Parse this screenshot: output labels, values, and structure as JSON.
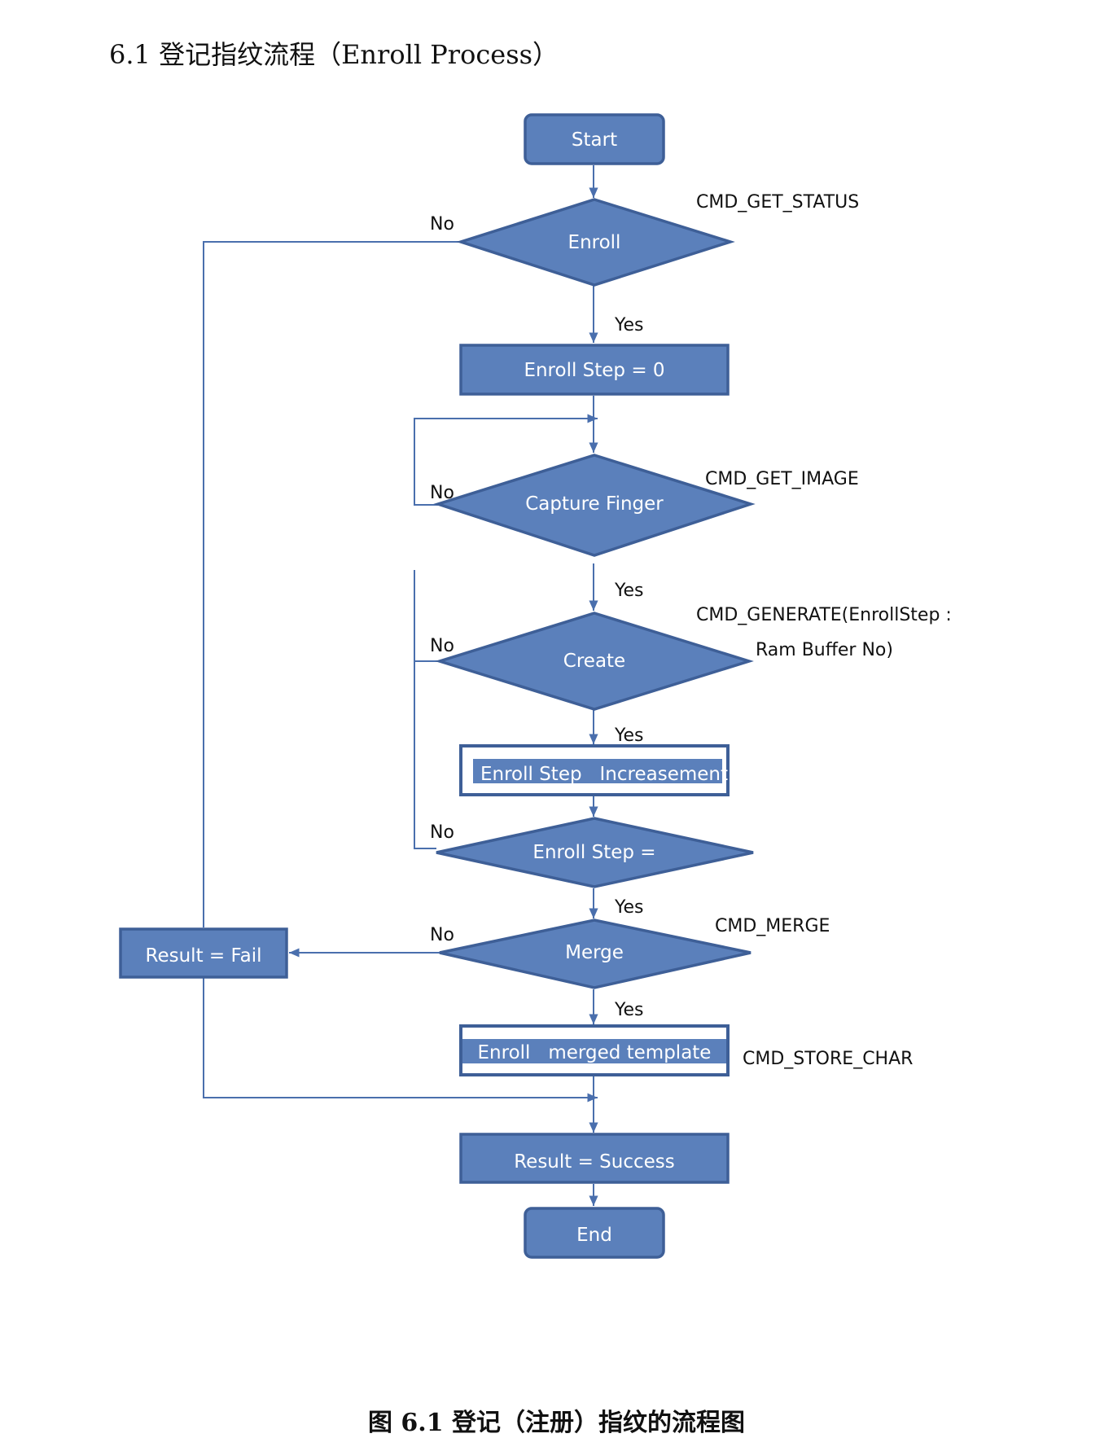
{
  "heading": "6.1 登记指纹流程（Enroll Process）",
  "caption": "图 6.1 登记（注册）指纹的流程图",
  "nodes": {
    "start": "Start",
    "enroll": "Enroll",
    "enroll_step_zero": "Enroll Step = 0",
    "capture_finger": "Capture Finger",
    "create": "Create",
    "enroll_step_increase": "Enroll Step   Increasement",
    "enroll_step_check": "Enroll Step =",
    "merge": "Merge",
    "enroll_merged": "Enroll   merged template",
    "result_fail": "Result = Fail",
    "result_success": "Result = Success",
    "end": "End"
  },
  "commands": {
    "get_status": "CMD_GET_STATUS",
    "get_image": "CMD_GET_IMAGE",
    "generate_line1": "CMD_GENERATE(EnrollStep :",
    "generate_line2": "Ram Buffer No)",
    "merge": "CMD_MERGE",
    "store_char": "CMD_STORE_CHAR"
  },
  "branch_labels": {
    "yes": "Yes",
    "no": "No"
  },
  "colors": {
    "node_fill": "#5b80bb",
    "node_stroke": "#3e5f97",
    "edge": "#4a6fad"
  }
}
